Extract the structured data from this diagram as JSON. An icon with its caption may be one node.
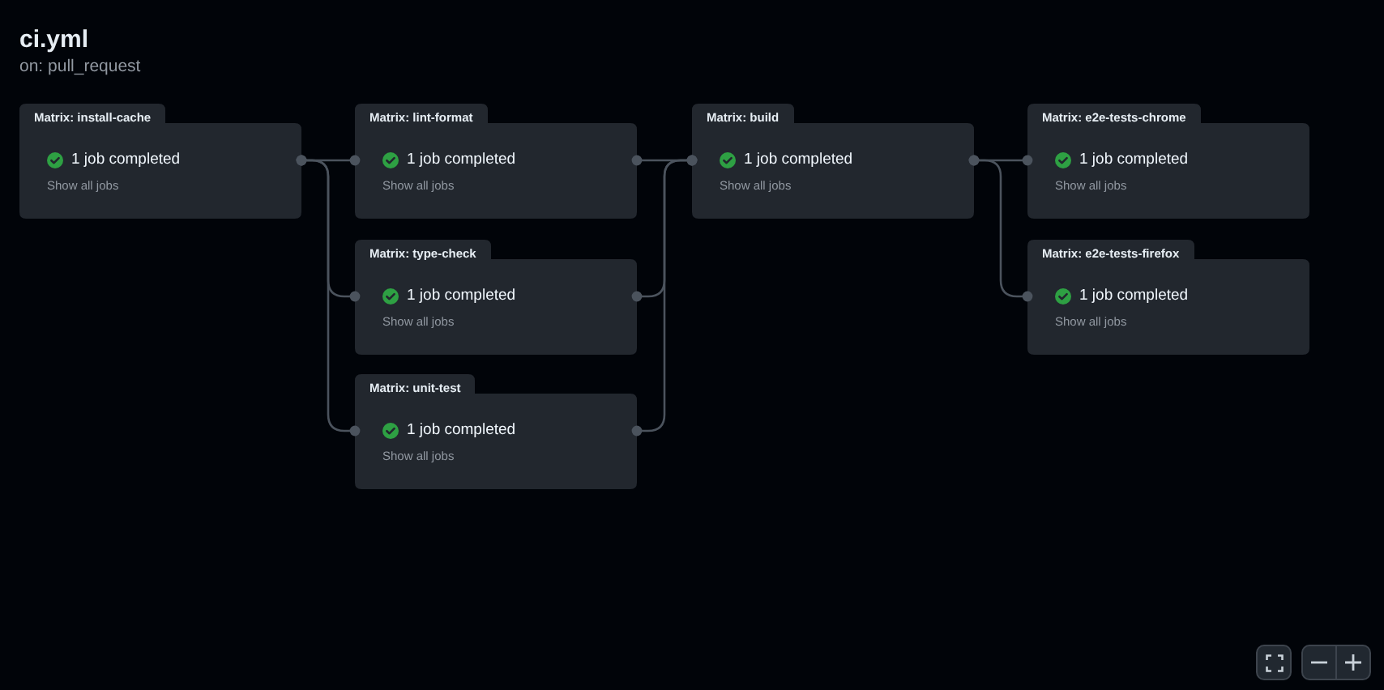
{
  "diagram": {
    "title": "ci.yml",
    "nodes": [
      {
        "text": [
          "Matrix: install-cache",
          "1 job completed",
          "Show all jobs"
        ]
      },
      {
        "text": [
          "Matrix: lint-format",
          "1 job completed",
          "Show all jobs"
        ]
      },
      {
        "text": [
          "Matrix: type-check",
          "1 job completed",
          "Show all jobs"
        ]
      },
      {
        "text": [
          "Matrix: unit-test",
          "1 job completed",
          "Show all jobs"
        ]
      },
      {
        "text": [
          "Matrix: build",
          "1 job completed",
          "Show all jobs"
        ]
      },
      {
        "text": [
          "Matrix: e2e-tests-chrome",
          "1 job completed",
          "Show all jobs"
        ]
      },
      {
        "text": [
          "Matrix: e2e-tests-firefox",
          "1 job completed",
          "Show all jobs"
        ]
      }
    ],
    "edges": [
      {
        "from": 0,
        "to": 1,
        "arrow": "other"
      },
      {
        "from": 0,
        "to": 2,
        "arrow": "other"
      },
      {
        "from": 0,
        "to": 3,
        "arrow": "other"
      },
      {
        "from": 1,
        "to": 4,
        "arrow": "other"
      },
      {
        "from": 2,
        "to": 4,
        "arrow": "other"
      },
      {
        "from": 3,
        "to": 4,
        "arrow": "other"
      },
      {
        "from": 4,
        "to": 5,
        "arrow": "other"
      },
      {
        "from": 4,
        "to": 6,
        "arrow": "other"
      }
    ],
    "labels": [
      "on: pull_request"
    ]
  }
}
